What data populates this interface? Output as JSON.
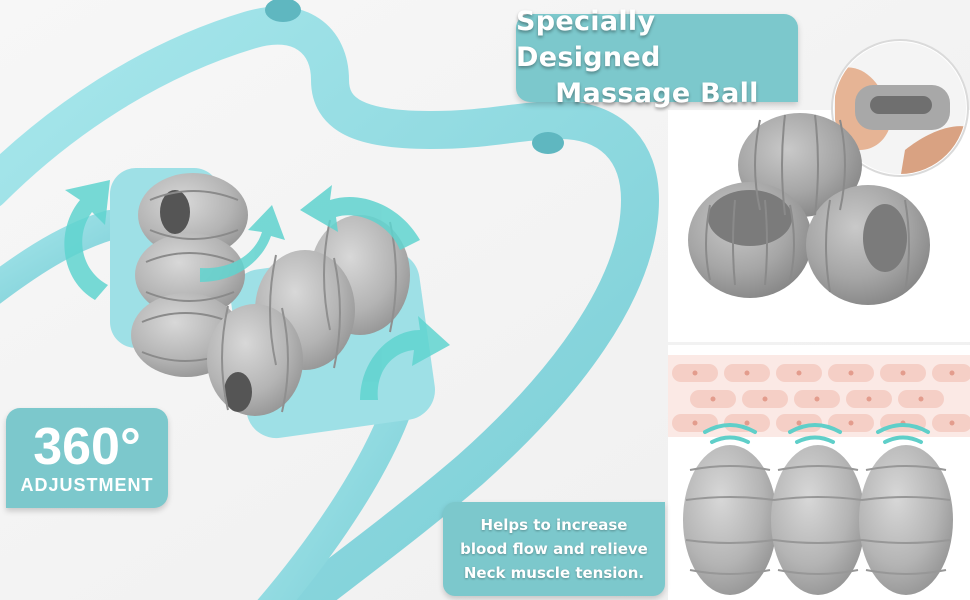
{
  "title_badge": {
    "line1": "Specially Designed",
    "line2": "Massage Ball"
  },
  "rotation_badge": {
    "value": "360°",
    "label": "ADJUSTMENT"
  },
  "benefit_badge": {
    "line1": "Helps to increase",
    "line2": "blood flow and relieve",
    "line3": "Neck muscle tension."
  },
  "colors": {
    "accent_teal": "#7cc8cc",
    "frame_blue": "#8fdde4",
    "roller_gray": "#a9a9a9",
    "skin_pink": "#f7d9d2"
  }
}
